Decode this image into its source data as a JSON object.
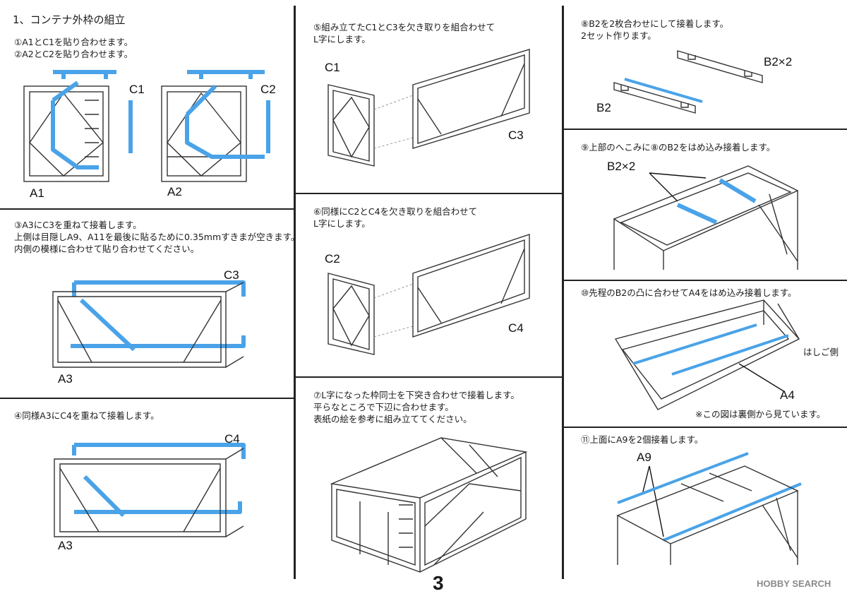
{
  "section1": {
    "title": "1、コンテナ外枠の組立",
    "step1": "①A1とC1を貼り合わせます。",
    "step2": "②A2とC2を貼り合わせます。",
    "labels": {
      "a1": "A1",
      "c1": "C1",
      "a2": "A2",
      "c2": "C2"
    }
  },
  "step3": {
    "line1": "③A3にC3を重ねて接着します。",
    "line2": "上側は目隠しA9、A11を最後に貼るために0.35mmすきまが空きます。",
    "line3": "内側の模様に合わせて貼り合わせてください。",
    "labels": {
      "c3": "C3",
      "a3": "A3"
    }
  },
  "step4": {
    "line1": "④同様A3にC4を重ねて接着します。",
    "labels": {
      "c4": "C4",
      "a3": "A3"
    }
  },
  "step5": {
    "line1": "⑤組み立てたC1とC3を欠き取りを組合わせて",
    "line2": "L字にします。",
    "labels": {
      "c1": "C1",
      "c3": "C3"
    }
  },
  "step6": {
    "line1": "⑥同様にC2とC4を欠き取りを組合わせて",
    "line2": "L字にします。",
    "labels": {
      "c2": "C2",
      "c4": "C4"
    }
  },
  "step7": {
    "line1": "⑦L字になった枠同士を下突き合わせで接着します。",
    "line2": "平らなところで下辺に合わせます。",
    "line3": "表紙の絵を参考に組み立ててください。"
  },
  "step8": {
    "line1": "⑧B2を2枚合わせにして接着します。",
    "line2": "2セット作ります。",
    "labels": {
      "b2x2": "B2×2",
      "b2": "B2"
    }
  },
  "step9": {
    "line1": "⑨上部のへこみに⑧のB2をはめ込み接着します。",
    "labels": {
      "b2x2": "B2×2"
    }
  },
  "step10": {
    "line1": "⑩先程のB2の凸に合わせてA4をはめ込み接着します。",
    "labels": {
      "ladder_side": "はしご側",
      "a4": "A4",
      "note": "※この図は裏側から見ています。"
    }
  },
  "step11": {
    "line1": "⑪上面にA9を2個接着します。",
    "labels": {
      "a9": "A9"
    }
  },
  "page_number": "3",
  "watermark": "HOBBY SEARCH",
  "colors": {
    "part_highlight": "#4aa3e8",
    "line": "#333333"
  }
}
